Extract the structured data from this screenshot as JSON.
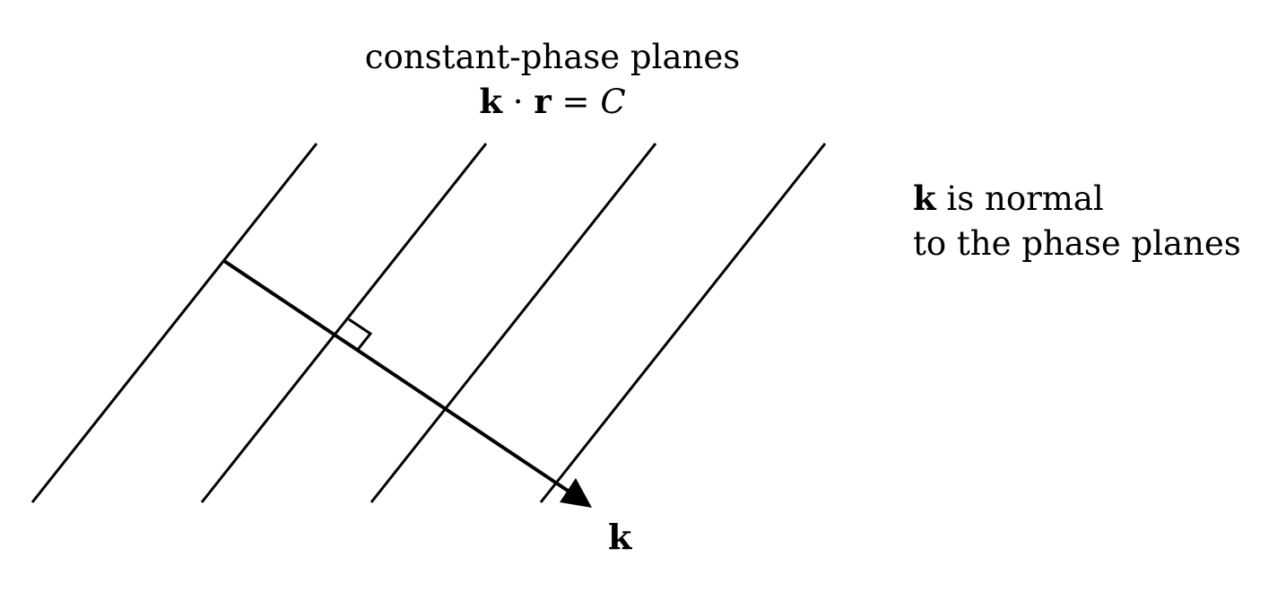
{
  "title": {
    "line1": "constant-phase planes",
    "equation": {
      "k": "k",
      "dot": " · ",
      "r": "r",
      "eq": " = ",
      "C": "C"
    }
  },
  "note": {
    "k": "k",
    "line1_rest": " is normal",
    "line2": "to the phase planes"
  },
  "arrow_label": "k",
  "colors": {
    "stroke": "#000000",
    "background": "#ffffff"
  }
}
